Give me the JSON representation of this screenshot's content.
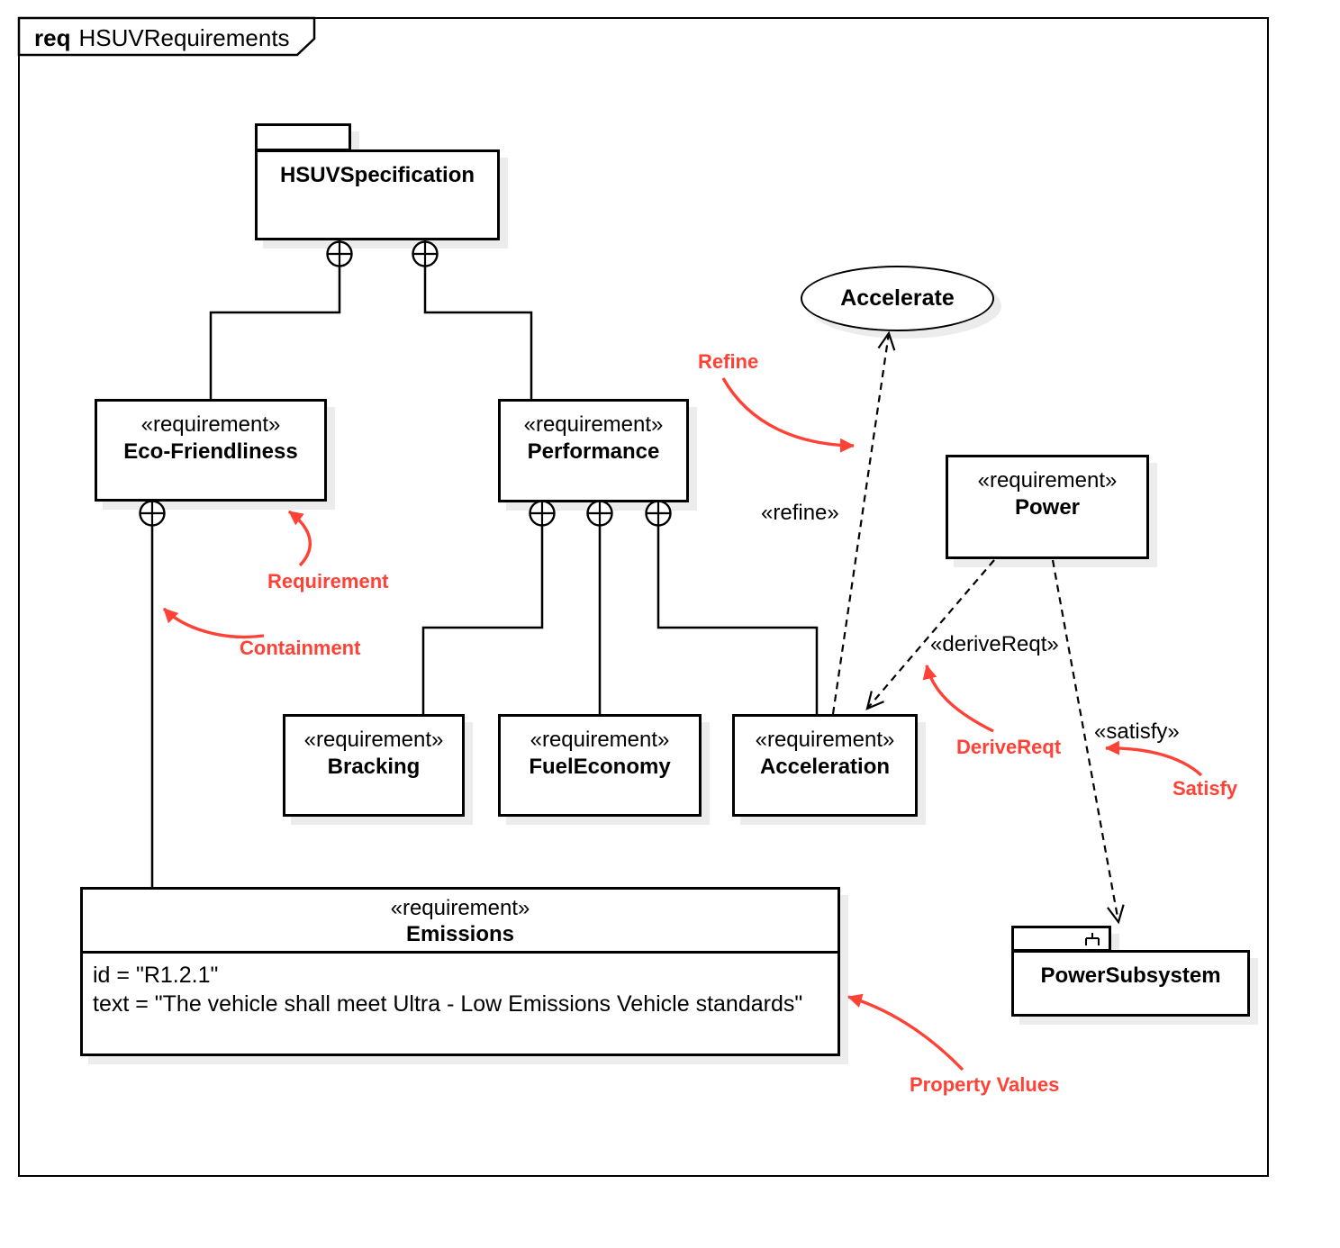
{
  "frame": {
    "kind": "req",
    "title": "HSUVRequirements"
  },
  "nodes": {
    "hsuv_specification": {
      "name": "HSUVSpecification"
    },
    "eco_friendliness": {
      "stereotype": "«requirement»",
      "name": "Eco-Friendliness"
    },
    "performance": {
      "stereotype": "«requirement»",
      "name": "Performance"
    },
    "bracking": {
      "stereotype": "«requirement»",
      "name": "Bracking"
    },
    "fuel_economy": {
      "stereotype": "«requirement»",
      "name": "FuelEconomy"
    },
    "acceleration": {
      "stereotype": "«requirement»",
      "name": "Acceleration"
    },
    "power": {
      "stereotype": "«requirement»",
      "name": "Power"
    },
    "emissions": {
      "stereotype": "«requirement»",
      "name": "Emissions",
      "id_line": "id = \"R1.2.1\"",
      "text_line": "text = \"The vehicle shall meet Ultra - Low Emissions Vehicle standards\""
    },
    "accelerate": {
      "name": "Accelerate"
    },
    "power_subsystem": {
      "name": "PowerSubsystem"
    }
  },
  "edge_labels": {
    "refine": "«refine»",
    "derive_reqt": "«deriveReqt»",
    "satisfy": "«satisfy»"
  },
  "annotations": {
    "refine": "Refine",
    "requirement": "Requirement",
    "containment": "Containment",
    "derive_reqt": "DeriveReqt",
    "satisfy": "Satisfy",
    "property_values": "Property Values"
  },
  "colors": {
    "annotation_red": "#ff4136",
    "shadow": "#ececec",
    "line": "#000000"
  }
}
